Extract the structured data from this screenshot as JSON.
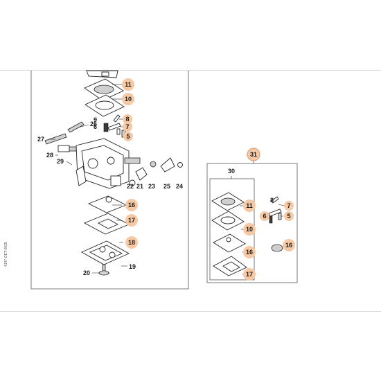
{
  "document_code": "4147-GET-0039",
  "callouts_left": [
    {
      "id": "11",
      "label": "11"
    },
    {
      "id": "10",
      "label": "10"
    },
    {
      "id": "8",
      "label": "8"
    },
    {
      "id": "7",
      "label": "7"
    },
    {
      "id": "5",
      "label": "5"
    },
    {
      "id": "16",
      "label": "16"
    },
    {
      "id": "17",
      "label": "17"
    },
    {
      "id": "18",
      "label": "18"
    }
  ],
  "plain_labels_left": [
    {
      "id": "9",
      "label": "9"
    },
    {
      "id": "6",
      "label": "6"
    },
    {
      "id": "26",
      "label": "26"
    },
    {
      "id": "27",
      "label": "27"
    },
    {
      "id": "28",
      "label": "28"
    },
    {
      "id": "29",
      "label": "29"
    },
    {
      "id": "22",
      "label": "22"
    },
    {
      "id": "21",
      "label": "21"
    },
    {
      "id": "23",
      "label": "23"
    },
    {
      "id": "25",
      "label": "25"
    },
    {
      "id": "24",
      "label": "24"
    },
    {
      "id": "19",
      "label": "19"
    },
    {
      "id": "20",
      "label": "20"
    }
  ],
  "kit": {
    "kit_label": "31",
    "inner_group_label": "30",
    "callouts": [
      {
        "id": "11",
        "label": "11"
      },
      {
        "id": "10",
        "label": "10"
      },
      {
        "id": "16a",
        "label": "16"
      },
      {
        "id": "17",
        "label": "17"
      },
      {
        "id": "8",
        "label": "8"
      },
      {
        "id": "7",
        "label": "7"
      },
      {
        "id": "6",
        "label": "6"
      },
      {
        "id": "5",
        "label": "5"
      },
      {
        "id": "16b",
        "label": "16"
      }
    ]
  },
  "colors": {
    "badge_fill": "#f6c9a4",
    "badge_stroke": "#d9a178",
    "line": "#222222",
    "separator": "#d8d8d8"
  }
}
